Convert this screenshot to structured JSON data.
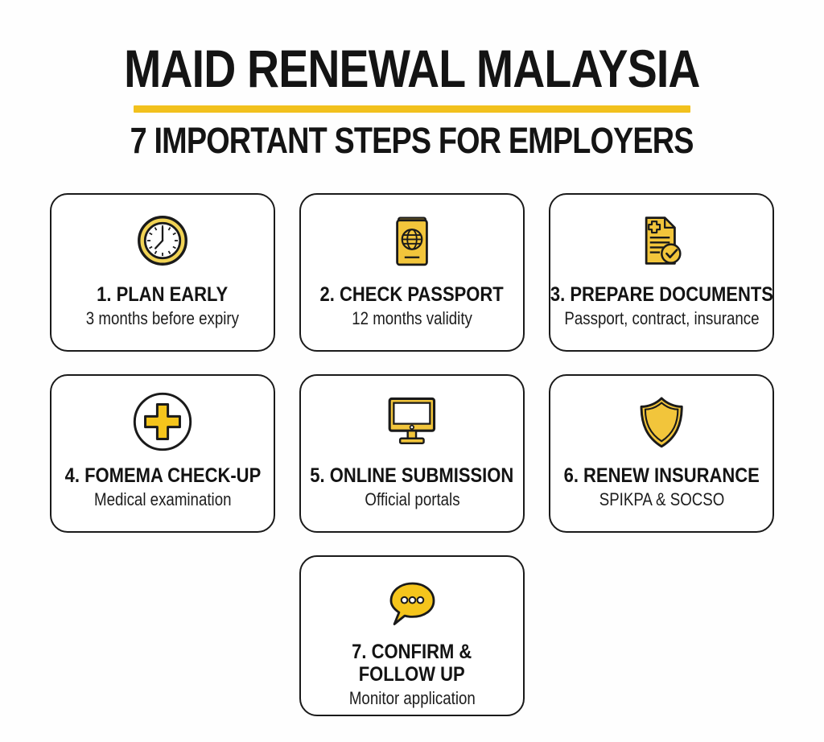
{
  "page": {
    "title": "MAID RENEWAL MALAYSIA",
    "subtitle": "7 IMPORTANT STEPS FOR EMPLOYERS"
  },
  "colors": {
    "accent_yellow": "#F2C11D",
    "icon_gold": "#F2C53B",
    "clock_ring_gold": "#F1D355",
    "outline_black": "#1A1A1A",
    "text_black": "#131313",
    "background": "#FEFEFE"
  },
  "steps": [
    {
      "icon": "clock-icon",
      "title": "1. PLAN EARLY",
      "subtitle": "3 months before expiry"
    },
    {
      "icon": "passport-icon",
      "title": "2. CHECK PASSPORT",
      "subtitle": "12 months validity"
    },
    {
      "icon": "document-check-icon",
      "title": "3. PREPARE DOCUMENTS",
      "subtitle": "Passport, contract, insurance"
    },
    {
      "icon": "medical-cross-icon",
      "title": "4. FOMEMA CHECK-UP",
      "subtitle": "Medical examination"
    },
    {
      "icon": "monitor-icon",
      "title": "5. ONLINE SUBMISSION",
      "subtitle": "Official portals"
    },
    {
      "icon": "shield-icon",
      "title": "6. RENEW INSURANCE",
      "subtitle": "SPIKPA & SOCSO"
    },
    {
      "icon": "speech-bubble-icon",
      "title": "7. CONFIRM &\nFOLLOW UP",
      "subtitle": "Monitor application"
    }
  ]
}
